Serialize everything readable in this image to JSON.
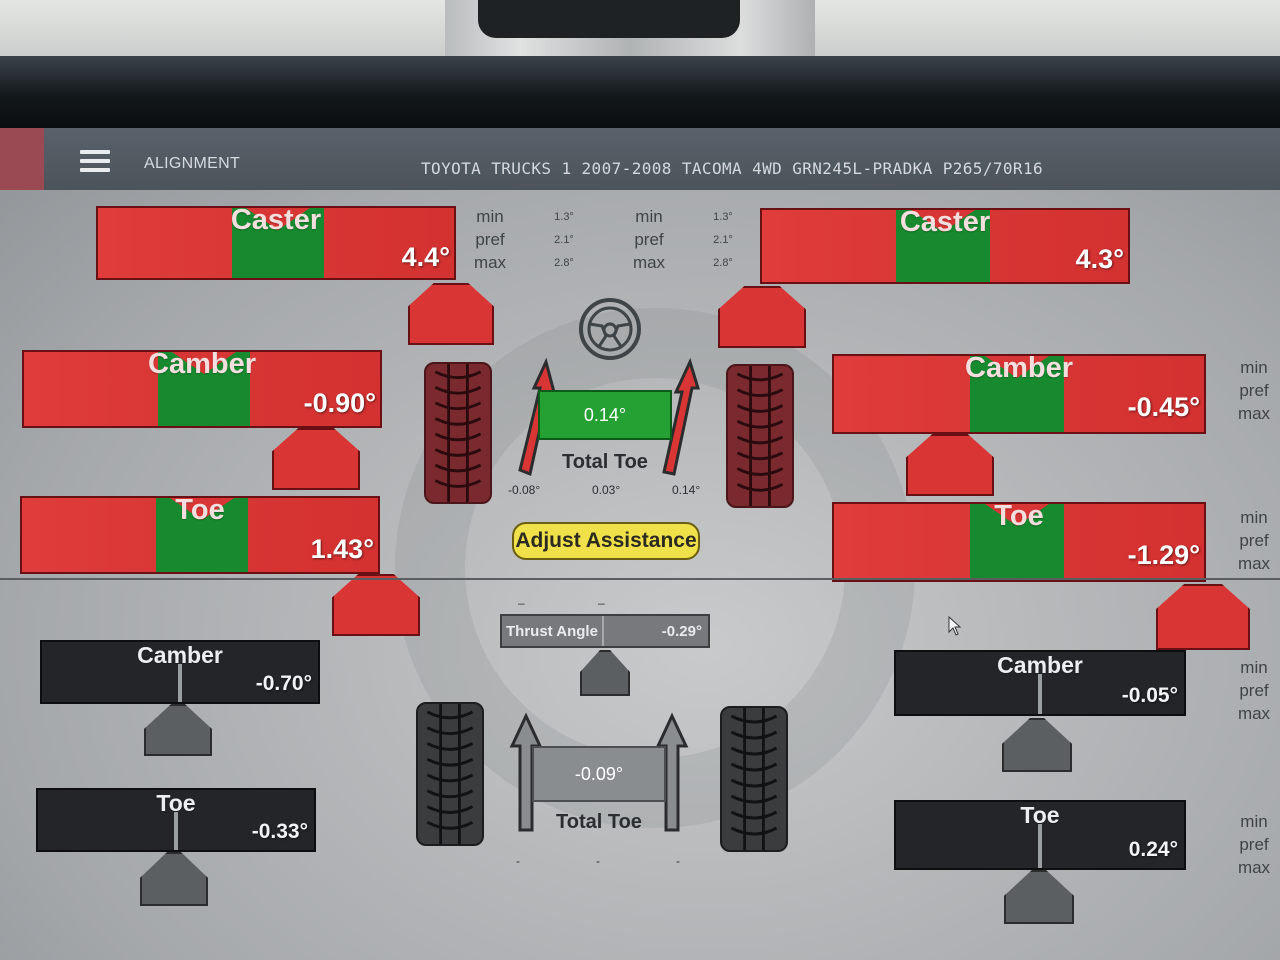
{
  "header": {
    "menu_icon": "hamburger-menu-icon",
    "app_title": "ALIGNMENT",
    "vehicle": "TOYOTA TRUCKS 1 2007-2008 TACOMA 4WD GRN245L-PRADKA P265/70R16"
  },
  "scale_labels": {
    "min": "min",
    "pref": "pref",
    "max": "max"
  },
  "caster_spec": {
    "min": "1.3°",
    "pref": "2.1°",
    "max": "2.8°"
  },
  "front": {
    "left": {
      "caster": {
        "label": "Caster",
        "value": "4.4°"
      },
      "camber": {
        "label": "Camber",
        "value": "-0.90°"
      },
      "toe": {
        "label": "Toe",
        "value": "1.43°"
      }
    },
    "right": {
      "caster": {
        "label": "Caster",
        "value": "4.3°"
      },
      "camber": {
        "label": "Camber",
        "value": "-0.45°"
      },
      "toe": {
        "label": "Toe",
        "value": "-1.29°"
      }
    },
    "total_toe": {
      "label": "Total Toe",
      "value": "0.14°",
      "min": "-0.08°",
      "pref": "0.03°",
      "max": "0.14°"
    },
    "steering_icon": "steering-wheel-icon",
    "adjust_button": "Adjust Assistance"
  },
  "rear": {
    "thrust": {
      "label": "Thrust Angle",
      "value": "-0.29°"
    },
    "left": {
      "camber": {
        "label": "Camber",
        "value": "-0.70°"
      },
      "toe": {
        "label": "Toe",
        "value": "-0.33°"
      }
    },
    "right": {
      "camber": {
        "label": "Camber",
        "value": "-0.05°"
      },
      "toe": {
        "label": "Toe",
        "value": "0.24°"
      }
    },
    "total_toe": {
      "label": "Total Toe",
      "value": "-0.09°",
      "min": "-",
      "pref": "-",
      "max": "-"
    }
  },
  "colors": {
    "out_of_spec": "#d93535",
    "in_spec_window": "#17892f",
    "rear_gauge": "#232528",
    "button": "#f0e04a"
  }
}
